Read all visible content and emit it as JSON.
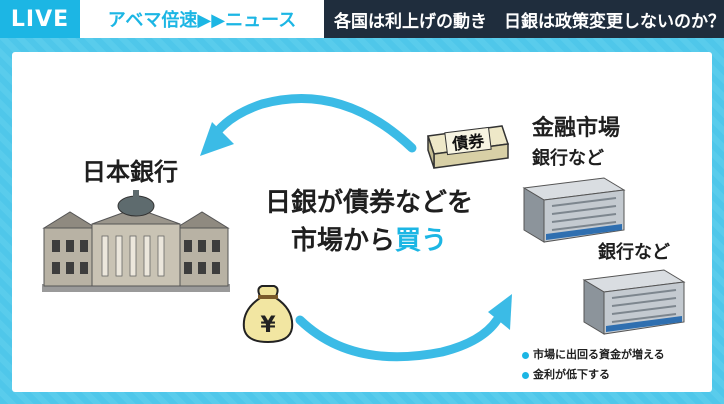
{
  "banner": {
    "live": "LIVE",
    "brand": "アベマ倍速▶▶ニュース",
    "headline": "各国は利上げの動き　日銀は政策変更しないのか？"
  },
  "diagram": {
    "boj_label": "日本銀行",
    "market_label": "金融市場",
    "bank_label_1": "銀行など",
    "bank_label_2": "銀行など",
    "center_line_1": "日銀が債券などを",
    "center_line_2_prefix": "市場から",
    "center_line_2_accent": "買う",
    "bond_text": "債券",
    "money_symbol": "¥",
    "bullets": [
      "市場に出回る資金が増える",
      "金利が低下する"
    ]
  },
  "colors": {
    "accent": "#1cb6e4",
    "background": "#4fc7ea",
    "headline_bg": "#1f2d3d"
  }
}
